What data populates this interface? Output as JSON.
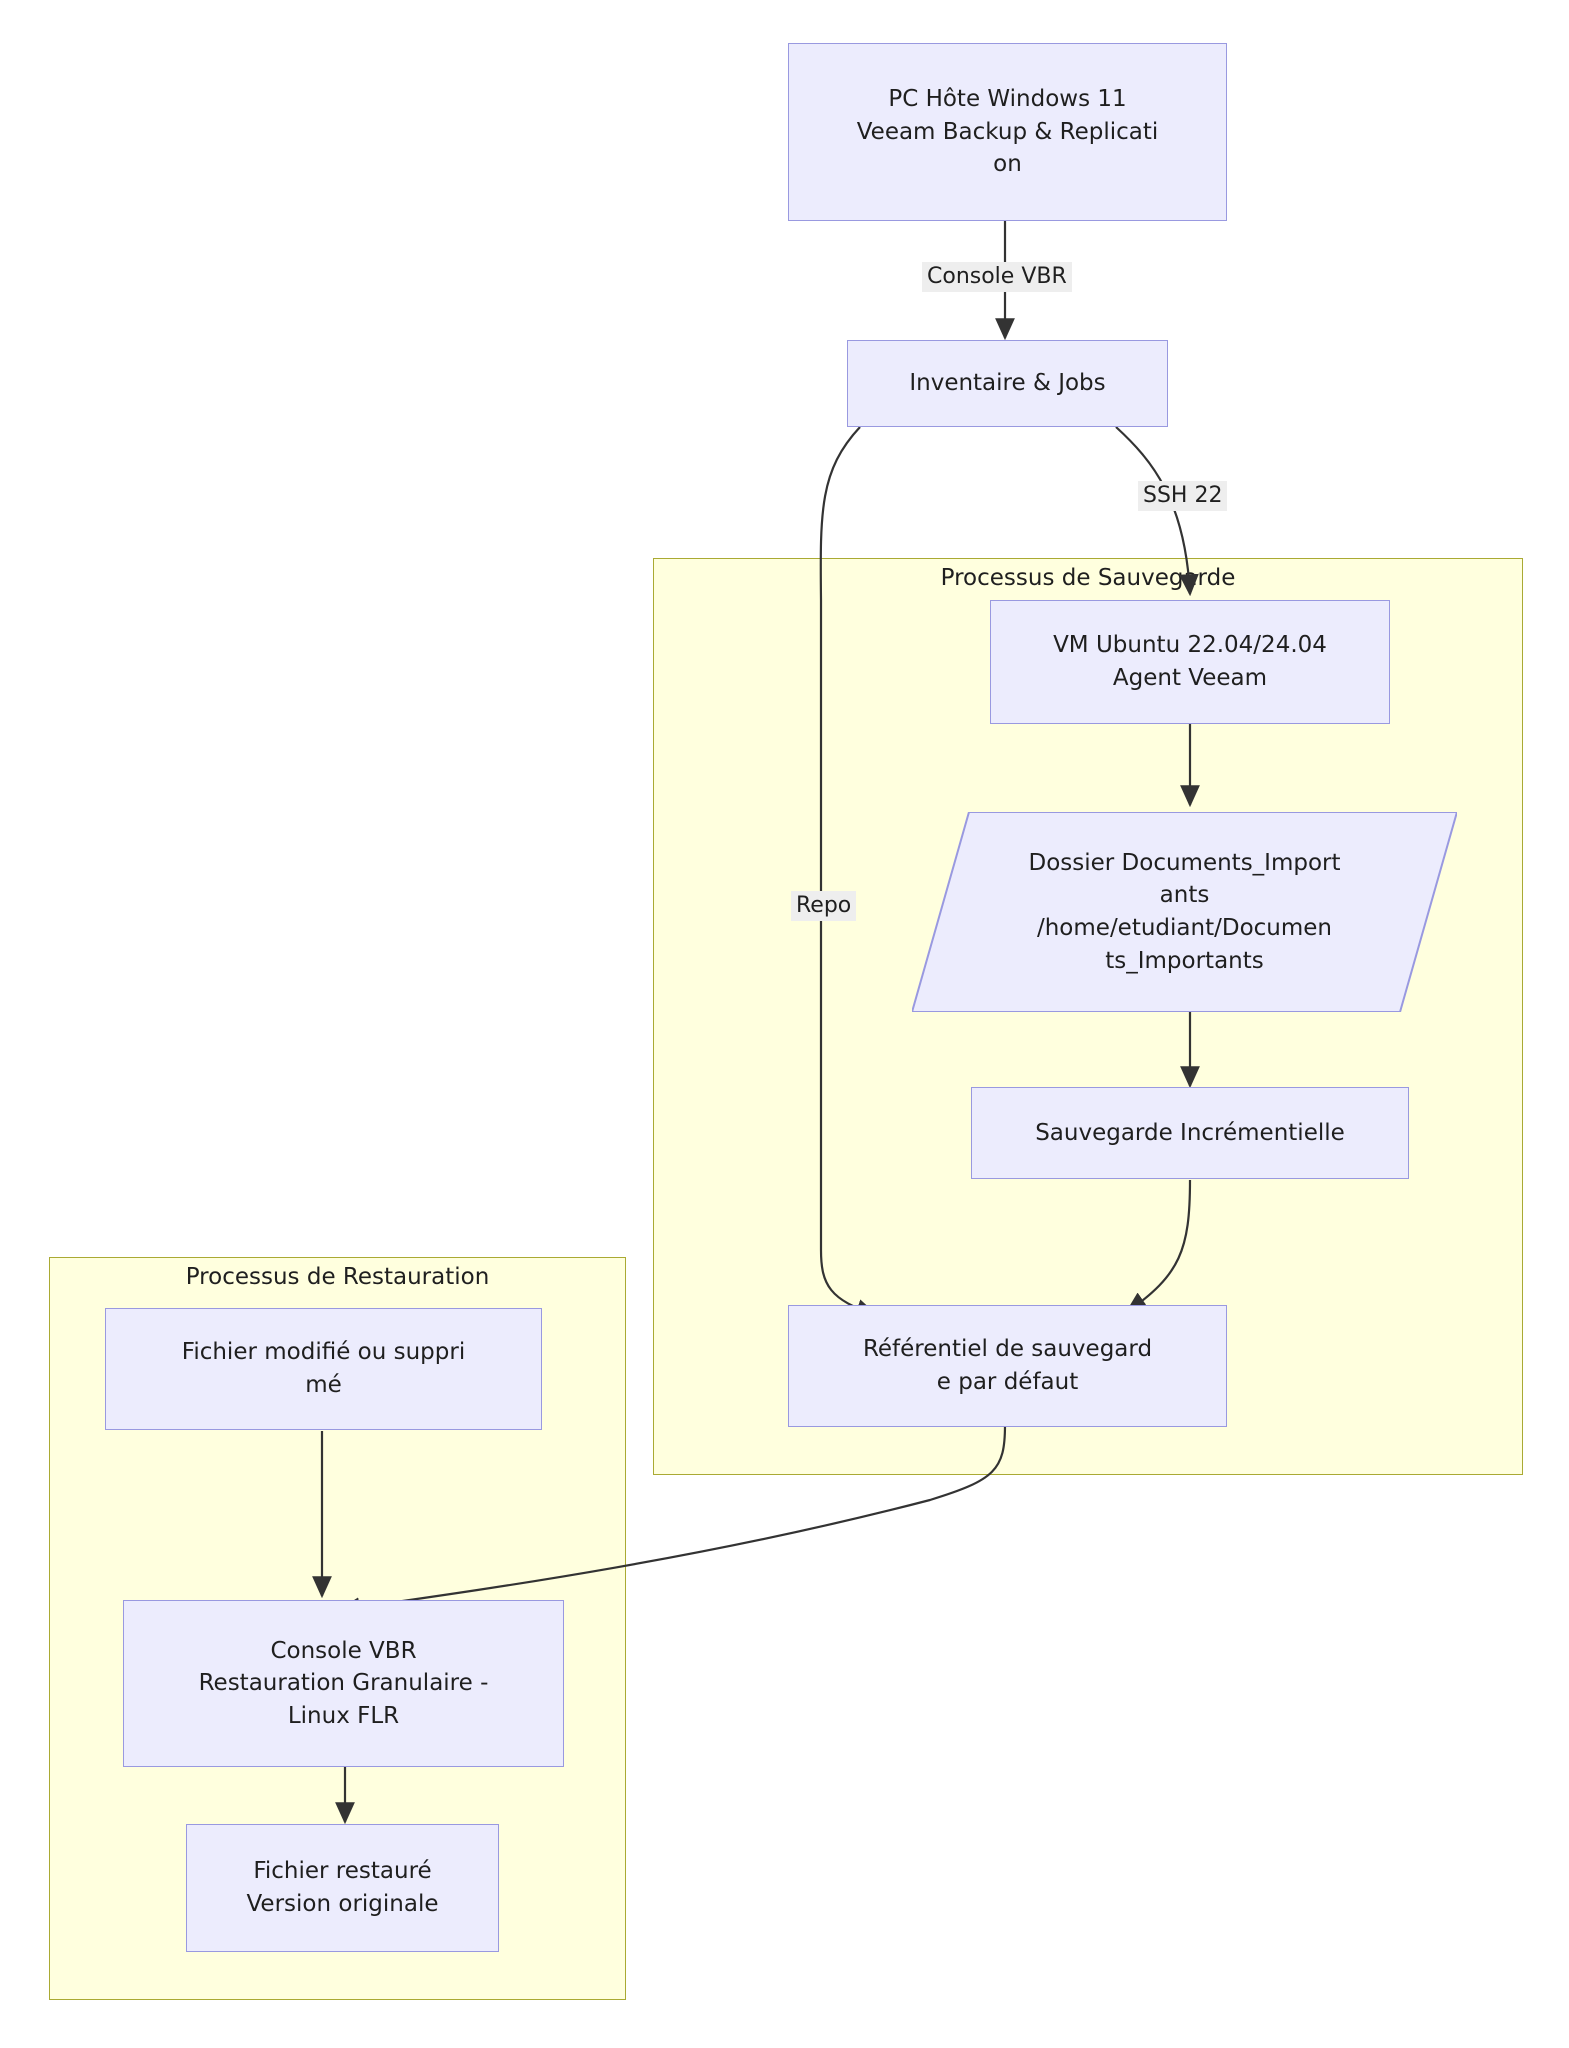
{
  "diagram": {
    "type": "flowchart",
    "title_visible": false,
    "colors": {
      "node_fill": "#ececfd",
      "node_border": "#9999e0",
      "cluster_fill": "#ffffde",
      "cluster_border": "#aaaa33",
      "edge_stroke": "#333333",
      "edge_label_bg": "#eeeeee",
      "text": "#1f1f1f",
      "page_bg": "#ffffff"
    },
    "clusters": [
      {
        "id": "backup",
        "title": "Processus de Sauvegarde"
      },
      {
        "id": "restore",
        "title": "Processus de Restauration"
      }
    ],
    "nodes": [
      {
        "id": "host",
        "shape": "rect",
        "lines": [
          "PC Hôte Windows 11",
          "Veeam Backup & Replicati",
          "on"
        ]
      },
      {
        "id": "inv",
        "shape": "rect",
        "lines": [
          "Inventaire & Jobs"
        ]
      },
      {
        "id": "vm",
        "shape": "rect",
        "lines": [
          "VM Ubuntu 22.04/24.04",
          "Agent Veeam"
        ]
      },
      {
        "id": "folder",
        "shape": "parallelogram",
        "lines": [
          "Dossier Documents_Import",
          "ants",
          "/home/etudiant/Documen",
          "ts_Importants"
        ]
      },
      {
        "id": "incr",
        "shape": "rect",
        "lines": [
          "Sauvegarde Incrémentielle"
        ]
      },
      {
        "id": "repo",
        "shape": "rect",
        "lines": [
          "Référentiel de sauvegard",
          "e par défaut"
        ]
      },
      {
        "id": "modif",
        "shape": "rect",
        "lines": [
          "Fichier modifié ou suppri",
          "mé"
        ]
      },
      {
        "id": "flr",
        "shape": "rect",
        "lines": [
          "Console VBR",
          "Restauration Granulaire -",
          "Linux FLR"
        ]
      },
      {
        "id": "restored",
        "shape": "rect",
        "lines": [
          "Fichier restauré",
          "Version originale"
        ]
      }
    ],
    "edges": [
      {
        "from": "host",
        "to": "inv",
        "label": "Console VBR"
      },
      {
        "from": "inv",
        "to": "vm",
        "label": "SSH 22"
      },
      {
        "from": "inv",
        "to": "repo",
        "label": "Repo"
      },
      {
        "from": "vm",
        "to": "folder",
        "label": ""
      },
      {
        "from": "folder",
        "to": "incr",
        "label": ""
      },
      {
        "from": "incr",
        "to": "repo",
        "label": ""
      },
      {
        "from": "repo",
        "to": "flr",
        "label": ""
      },
      {
        "from": "modif",
        "to": "flr",
        "label": ""
      },
      {
        "from": "flr",
        "to": "restored",
        "label": ""
      }
    ]
  }
}
